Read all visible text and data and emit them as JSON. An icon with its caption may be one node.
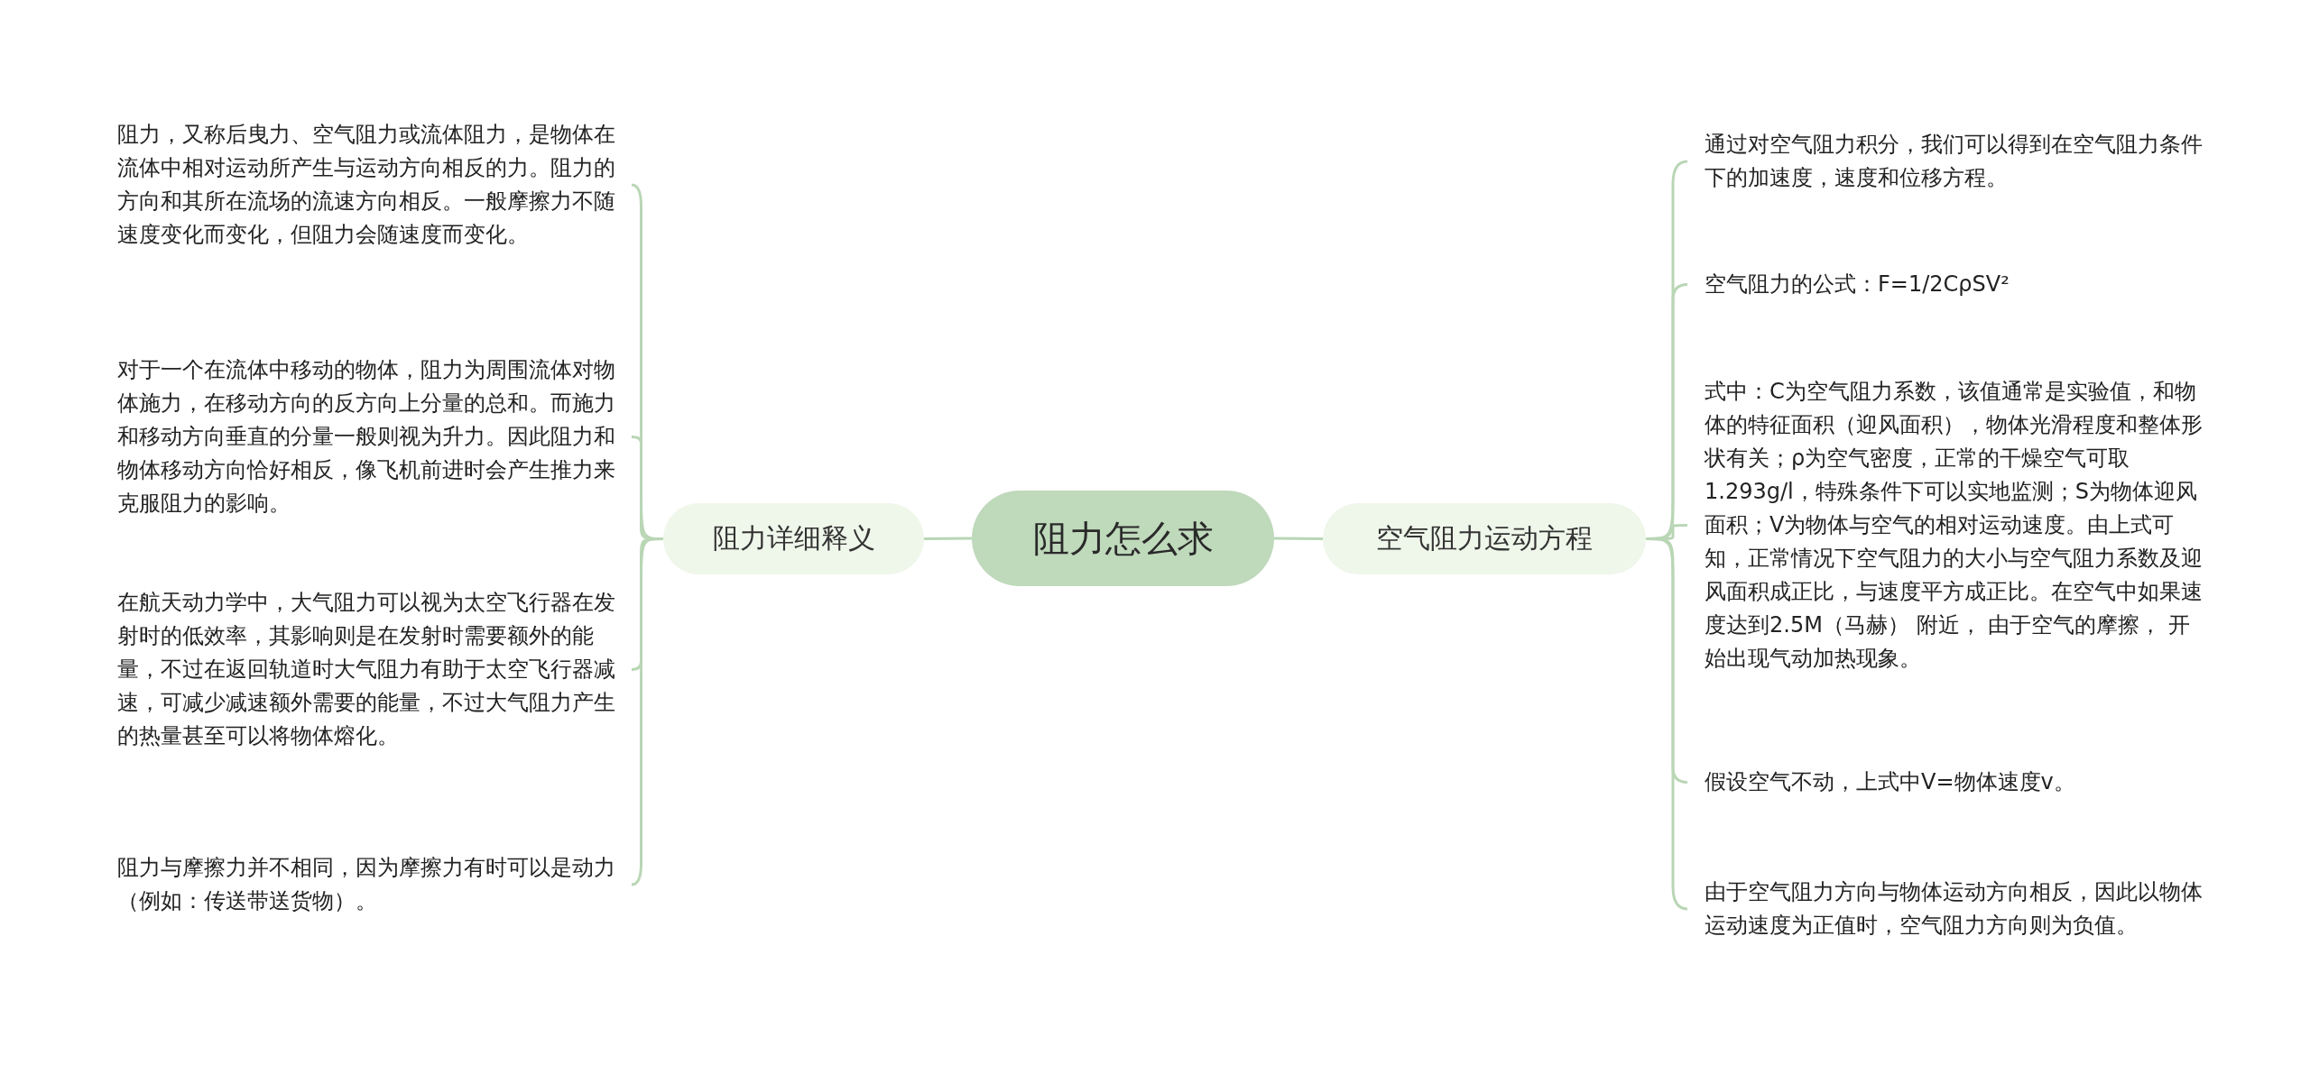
{
  "diagram": {
    "nodes": [
      {
        "text": [
          "阻力怎么求"
        ]
      },
      {
        "text": [
          "阻力详细释义"
        ]
      },
      {
        "text": [
          "空气阻力运动方程"
        ]
      },
      {
        "text": [
          "阻力，又称后曳力、空气阻力或流体阻力，是物体在流体中相对运动所产生与运动方向相反的力。阻力的方向和其所在流场的流速方向相反。一般摩擦力不随速度变化而变化，但阻力会随速度而变化。"
        ]
      },
      {
        "text": [
          "对于一个在流体中移动的物体，阻力为周围流体对物体施力，在移动方向的反方向上分量的总和。而施力和移动方向垂直的分量一般则视为升力。因此阻力和物体移动方向恰好相反，像飞机前进时会产生推力来克服阻力的影响。"
        ]
      },
      {
        "text": [
          "在航天动力学中，大气阻力可以视为太空飞行器在发射时的低效率，其影响则是在发射时需要额外的能量，不过在返回轨道时大气阻力有助于太空飞行器减速，可减少减速额外需要的能量，不过大气阻力产生的热量甚至可以将物体熔化。"
        ]
      },
      {
        "text": [
          "阻力与摩擦力并不相同，因为摩擦力有时可以是动力（例如：传送带送货物）。"
        ]
      },
      {
        "text": [
          "通过对空气阻力积分，我们可以得到在空气阻力条件下的加速度，速度和位移方程。"
        ]
      },
      {
        "text": [
          "空气阻力的公式：F=1/2CρSV²"
        ]
      },
      {
        "text": [
          "式中：C为空气阻力系数，该值通常是实验值，和物体的特征面积（迎风面积），物体光滑程度和整体形状有关；ρ为空气密度，正常的干燥空气可取1.293g/l，特殊条件下可以实地监测；S为物体迎风面积；V为物体与空气的相对运动速度。由上式可知，正常情况下空气阻力的大小与空气阻力系数及迎风面积成正比，与速度平方成正比。在空气中如果速度达到2.5M（马赫） 附近， 由于空气的摩擦， 开始出现气动加热现象。"
        ]
      },
      {
        "text": [
          "假设空气不动，上式中V=物体速度v。"
        ]
      },
      {
        "text": [
          "由于空气阻力方向与物体运动方向相反，因此以物体运动速度为正值时，空气阻力方向则为负值。"
        ]
      }
    ],
    "edges": [
      {
        "from": 0,
        "to": 1,
        "arrow": "none"
      },
      {
        "from": 0,
        "to": 2,
        "arrow": "none"
      },
      {
        "from": 1,
        "to": 3,
        "arrow": "none"
      },
      {
        "from": 1,
        "to": 4,
        "arrow": "none"
      },
      {
        "from": 1,
        "to": 5,
        "arrow": "none"
      },
      {
        "from": 1,
        "to": 6,
        "arrow": "none"
      },
      {
        "from": 2,
        "to": 7,
        "arrow": "none"
      },
      {
        "from": 2,
        "to": 8,
        "arrow": "none"
      },
      {
        "from": 2,
        "to": 9,
        "arrow": "none"
      },
      {
        "from": 2,
        "to": 10,
        "arrow": "none"
      },
      {
        "from": 2,
        "to": 11,
        "arrow": "none"
      }
    ]
  }
}
